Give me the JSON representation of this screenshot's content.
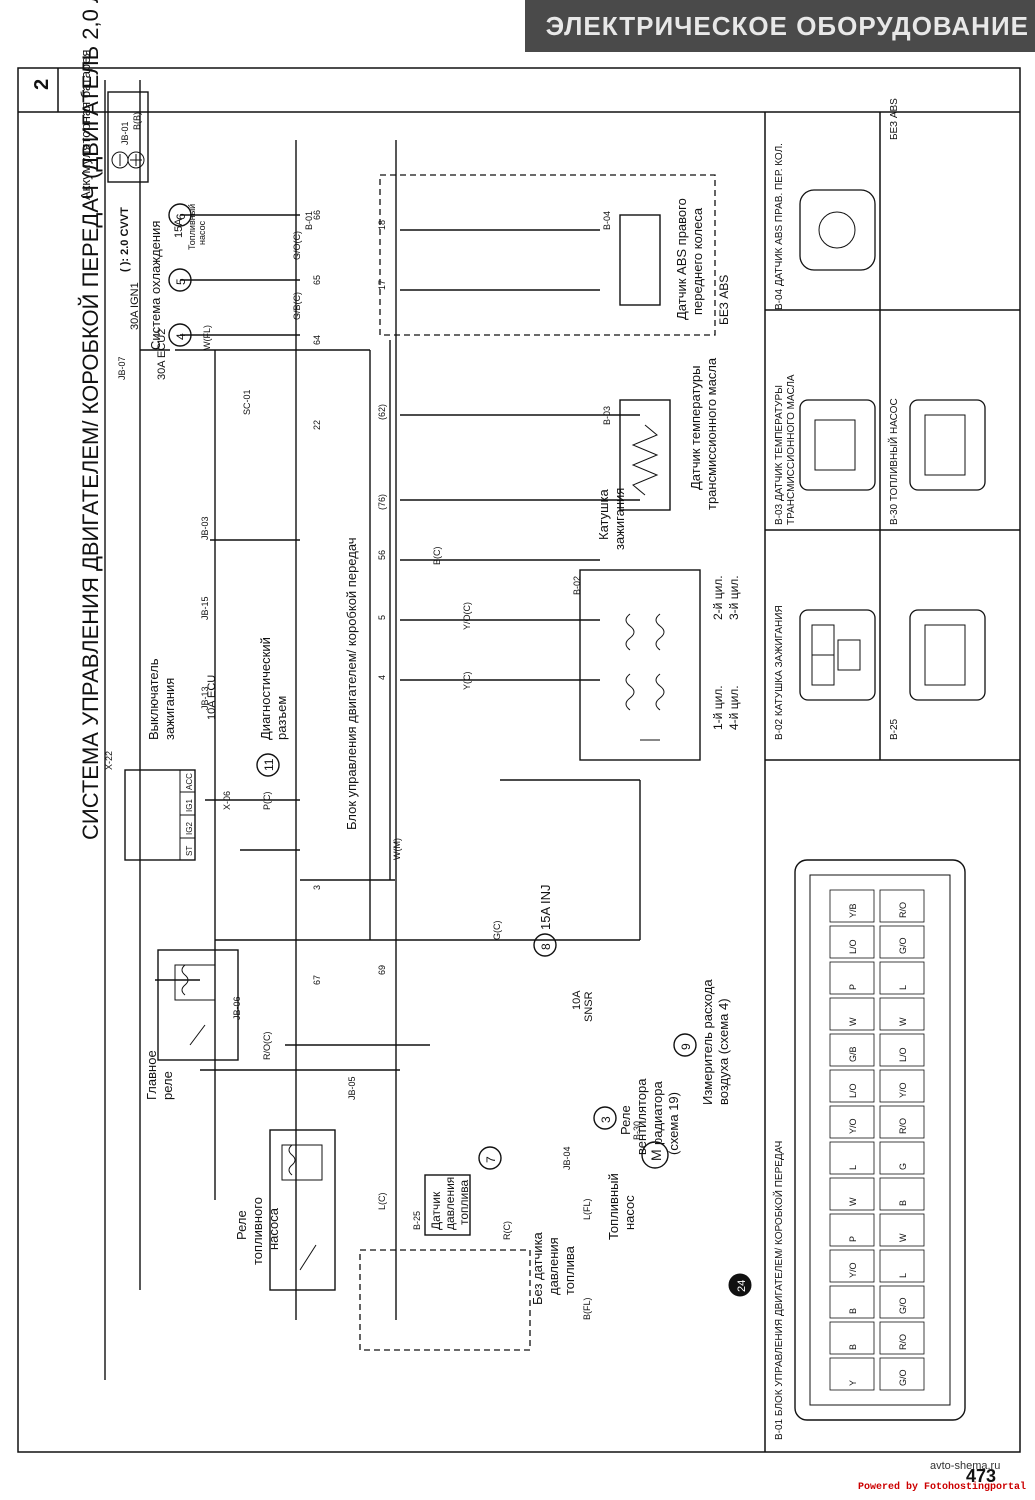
{
  "header": {
    "banner": "ЭЛЕКТРИЧЕСКОЕ ОБОРУДОВАНИЕ",
    "section_number": "2",
    "title": "СИСТЕМА УПРАВЛЕНИЯ ДВИГАТЕЛЕМ/ КОРОБКОЙ ПЕРЕДАЧ (ДВИГАТЕЛЬ 2,0 Л)",
    "cvt_note": "( ): 2.0 CVVT"
  },
  "components": {
    "battery": "Аккумуляторная батарея",
    "fuse_ign1": "30A IGN1",
    "fuse_ecu2": "30A ECU2",
    "fuse_fuel_15a": "15A",
    "fuse_fuel_name_1": "Топливный",
    "fuse_fuel_name_2": "насос",
    "main_relay_1": "Главное",
    "main_relay_2": "реле",
    "fuel_pump_relay_1": "Реле",
    "fuel_pump_relay_2": "топливного",
    "fuel_pump_relay_3": "насоса",
    "ign_switch_1": "Выключатель",
    "ign_switch_2": "зажигания",
    "fuse_10a_ecu": "10A ECU",
    "diag_conn_1": "Диагностический",
    "diag_conn_2": "разъем",
    "ecu_block": "Блок управления двигателем/ коробкой передач",
    "cooling_system": "Система охлаждения",
    "ignition_coil_1": "Катушка",
    "ignition_coil_2": "зажигания",
    "trans_temp_1": "Датчик температуры",
    "trans_temp_2": "трансмиссионного масла",
    "abs_sensor_1": "Датчик ABS правого",
    "abs_sensor_2": "переднего колеса",
    "no_abs": "БЕЗ ABS",
    "fuse_15a_inj": "15A INJ",
    "fuse_10a": "10A",
    "fuse_sns": "SNSR",
    "fan_relay_1": "Реле",
    "fan_relay_2": "вентилятора",
    "fan_relay_3": "радиатора",
    "fan_relay_4": "(схема 19)",
    "afm_1": "Измеритель расхода",
    "afm_2": "воздуха (схема 4)",
    "pressure_sensor_1": "Датчик",
    "pressure_sensor_2": "давления",
    "pressure_sensor_3": "топлива",
    "no_pressure_1": "Без датчика",
    "no_pressure_2": "давления",
    "no_pressure_3": "топлива",
    "fuel_pump_1": "Топливный",
    "fuel_pump_2": "насос",
    "cyl1": "1-й цил.",
    "cyl4": "4-й цил.",
    "cyl2": "2-й цил.",
    "cyl3": "3-й цил."
  },
  "wires": {
    "w_bb": "B(B)",
    "w_wfl": "W(FL)",
    "w_wm": "W(M)",
    "w_pc": "P(C)",
    "w_roc": "R/O(C)",
    "w_gc": "G(C)",
    "w_lc": "L(C)",
    "w_lfl": "L(FL)",
    "w_bfl": "B(FL)",
    "w_rc": "R(C)",
    "w_yc": "Y(C)",
    "w_yoc": "Y/O(C)",
    "w_bc": "B(C)",
    "w_gbc": "G/B(C)",
    "w_goc": "G/O(C)"
  },
  "connectors": {
    "jb01": "JB-01",
    "jb07": "JB-07",
    "jb06": "JB-06",
    "jb05": "JB-05",
    "jb13": "JB-13",
    "jb15": "JB-15",
    "jb03": "JB-03",
    "jb04": "JB-04",
    "x06": "X-06",
    "x22": "X-22",
    "b01": "B-01",
    "b02": "B-02",
    "b03": "B-03",
    "b04": "B-04",
    "b25": "B-25",
    "b30": "B-30",
    "sc01": "SC-01"
  },
  "circles": {
    "c11": "11",
    "c4": "4",
    "c5": "5",
    "c6": "6",
    "c8": "8",
    "c3": "3",
    "c9": "9",
    "c7": "7",
    "c24": "24"
  },
  "pins": {
    "p67": "67",
    "p69": "69",
    "p3": "3",
    "p4": "4",
    "p5": "5",
    "p56": "56",
    "p22": "22",
    "p64": "64",
    "p65": "65",
    "p66": "66",
    "p17": "17",
    "p18": "18",
    "p76": "(76)",
    "p62": "(62)"
  },
  "ign_terms": {
    "st": "ST",
    "ig2": "IG2",
    "ig1": "IG1",
    "acc": "ACC"
  },
  "views": {
    "b01": "B-01 БЛОК УПРАВЛЕНИЯ ДВИГАТЕЛЕМ/ КОРОБКОЙ ПЕРЕДАЧ",
    "b02": "B-02 КАТУШКА ЗАЖИГАНИЯ",
    "b25": "B-25",
    "b03_1": "B-03 ДАТЧИК ТЕМПЕРАТУРЫ",
    "b03_2": "ТРАНСМИССИОННОГО МАСЛА",
    "b30": "B-30 ТОПЛИВНЫЙ НАСОС",
    "b04": "B-04 ДАТЧИК ABS ПРАВ. ПЕР. КОЛ.",
    "b04_note": "БЕЗ ABS"
  },
  "ecu_pins": [
    "Y",
    "B",
    "B",
    "Y/O",
    "P",
    "W",
    "L",
    "Y/O",
    "L/O",
    "G/B",
    "W",
    "P",
    "L/O",
    "Y/B",
    "G/O",
    "R/O",
    "G/O",
    "L",
    "W",
    "B",
    "G",
    "R/O",
    "Y/O",
    "L/O",
    "W",
    "L",
    "G/O",
    "R/O"
  ],
  "footer": {
    "site": "avto-shema.ru",
    "page": "473",
    "credit": "Powered by Fotohostingportal"
  }
}
